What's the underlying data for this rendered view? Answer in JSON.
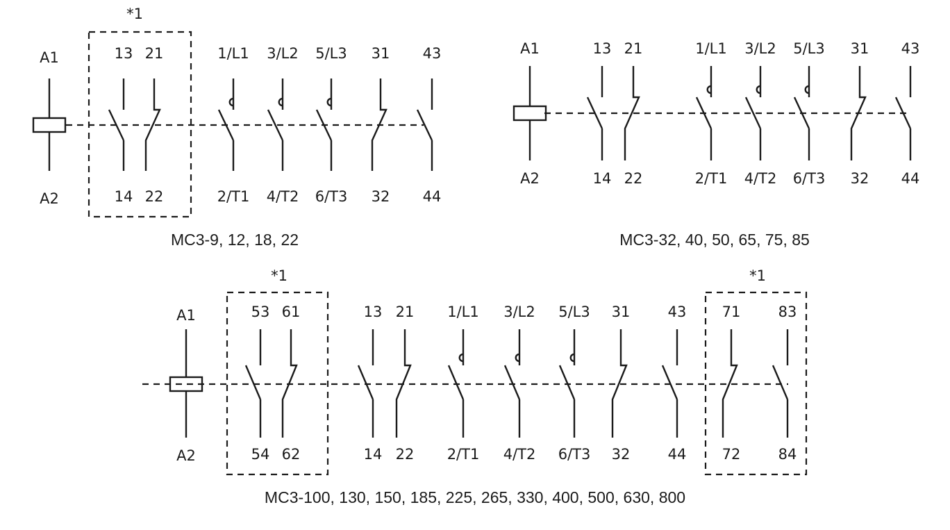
{
  "colors": {
    "line": "#1a1a1a",
    "background": "#ffffff"
  },
  "diagrams": [
    {
      "caption": "MC3-9, 12, 18, 22",
      "coil": {
        "top": "A1",
        "bottom": "A2"
      },
      "groups": [
        {
          "marker": "*1",
          "contacts": [
            {
              "type": "no",
              "top": "13",
              "bottom": "14"
            },
            {
              "type": "nc",
              "top": "21",
              "bottom": "22"
            }
          ]
        }
      ],
      "contacts": [
        {
          "type": "main",
          "top": "1/L1",
          "bottom": "2/T1"
        },
        {
          "type": "main",
          "top": "3/L2",
          "bottom": "4/T2"
        },
        {
          "type": "main",
          "top": "5/L3",
          "bottom": "6/T3"
        },
        {
          "type": "nc",
          "top": "31",
          "bottom": "32"
        },
        {
          "type": "no",
          "top": "43",
          "bottom": "44"
        }
      ]
    },
    {
      "caption": "MC3-32, 40, 50, 65, 75, 85",
      "coil": {
        "top": "A1",
        "bottom": "A2"
      },
      "groups": [],
      "contacts": [
        {
          "type": "no",
          "top": "13",
          "bottom": "14"
        },
        {
          "type": "nc",
          "top": "21",
          "bottom": "22"
        },
        {
          "type": "main",
          "top": "1/L1",
          "bottom": "2/T1"
        },
        {
          "type": "main",
          "top": "3/L2",
          "bottom": "4/T2"
        },
        {
          "type": "main",
          "top": "5/L3",
          "bottom": "6/T3"
        },
        {
          "type": "nc",
          "top": "31",
          "bottom": "32"
        },
        {
          "type": "no",
          "top": "43",
          "bottom": "44"
        }
      ]
    },
    {
      "caption": "MC3-100, 130, 150, 185, 225, 265, 330, 400, 500, 630, 800",
      "coil": {
        "top": "A1",
        "bottom": "A2"
      },
      "groups": [
        {
          "marker": "*1",
          "contacts": [
            {
              "type": "no",
              "top": "53",
              "bottom": "54"
            },
            {
              "type": "nc",
              "top": "61",
              "bottom": "62"
            }
          ]
        },
        {
          "marker": "*1",
          "contacts": [
            {
              "type": "nc",
              "top": "71",
              "bottom": "72"
            },
            {
              "type": "no",
              "top": "83",
              "bottom": "84"
            }
          ]
        }
      ],
      "contacts": [
        {
          "type": "no",
          "top": "13",
          "bottom": "14"
        },
        {
          "type": "nc",
          "top": "21",
          "bottom": "22"
        },
        {
          "type": "main",
          "top": "1/L1",
          "bottom": "2/T1"
        },
        {
          "type": "main",
          "top": "3/L2",
          "bottom": "4/T2"
        },
        {
          "type": "main",
          "top": "5/L3",
          "bottom": "6/T3"
        },
        {
          "type": "nc",
          "top": "31",
          "bottom": "32"
        },
        {
          "type": "no",
          "top": "43",
          "bottom": "44"
        }
      ]
    }
  ]
}
